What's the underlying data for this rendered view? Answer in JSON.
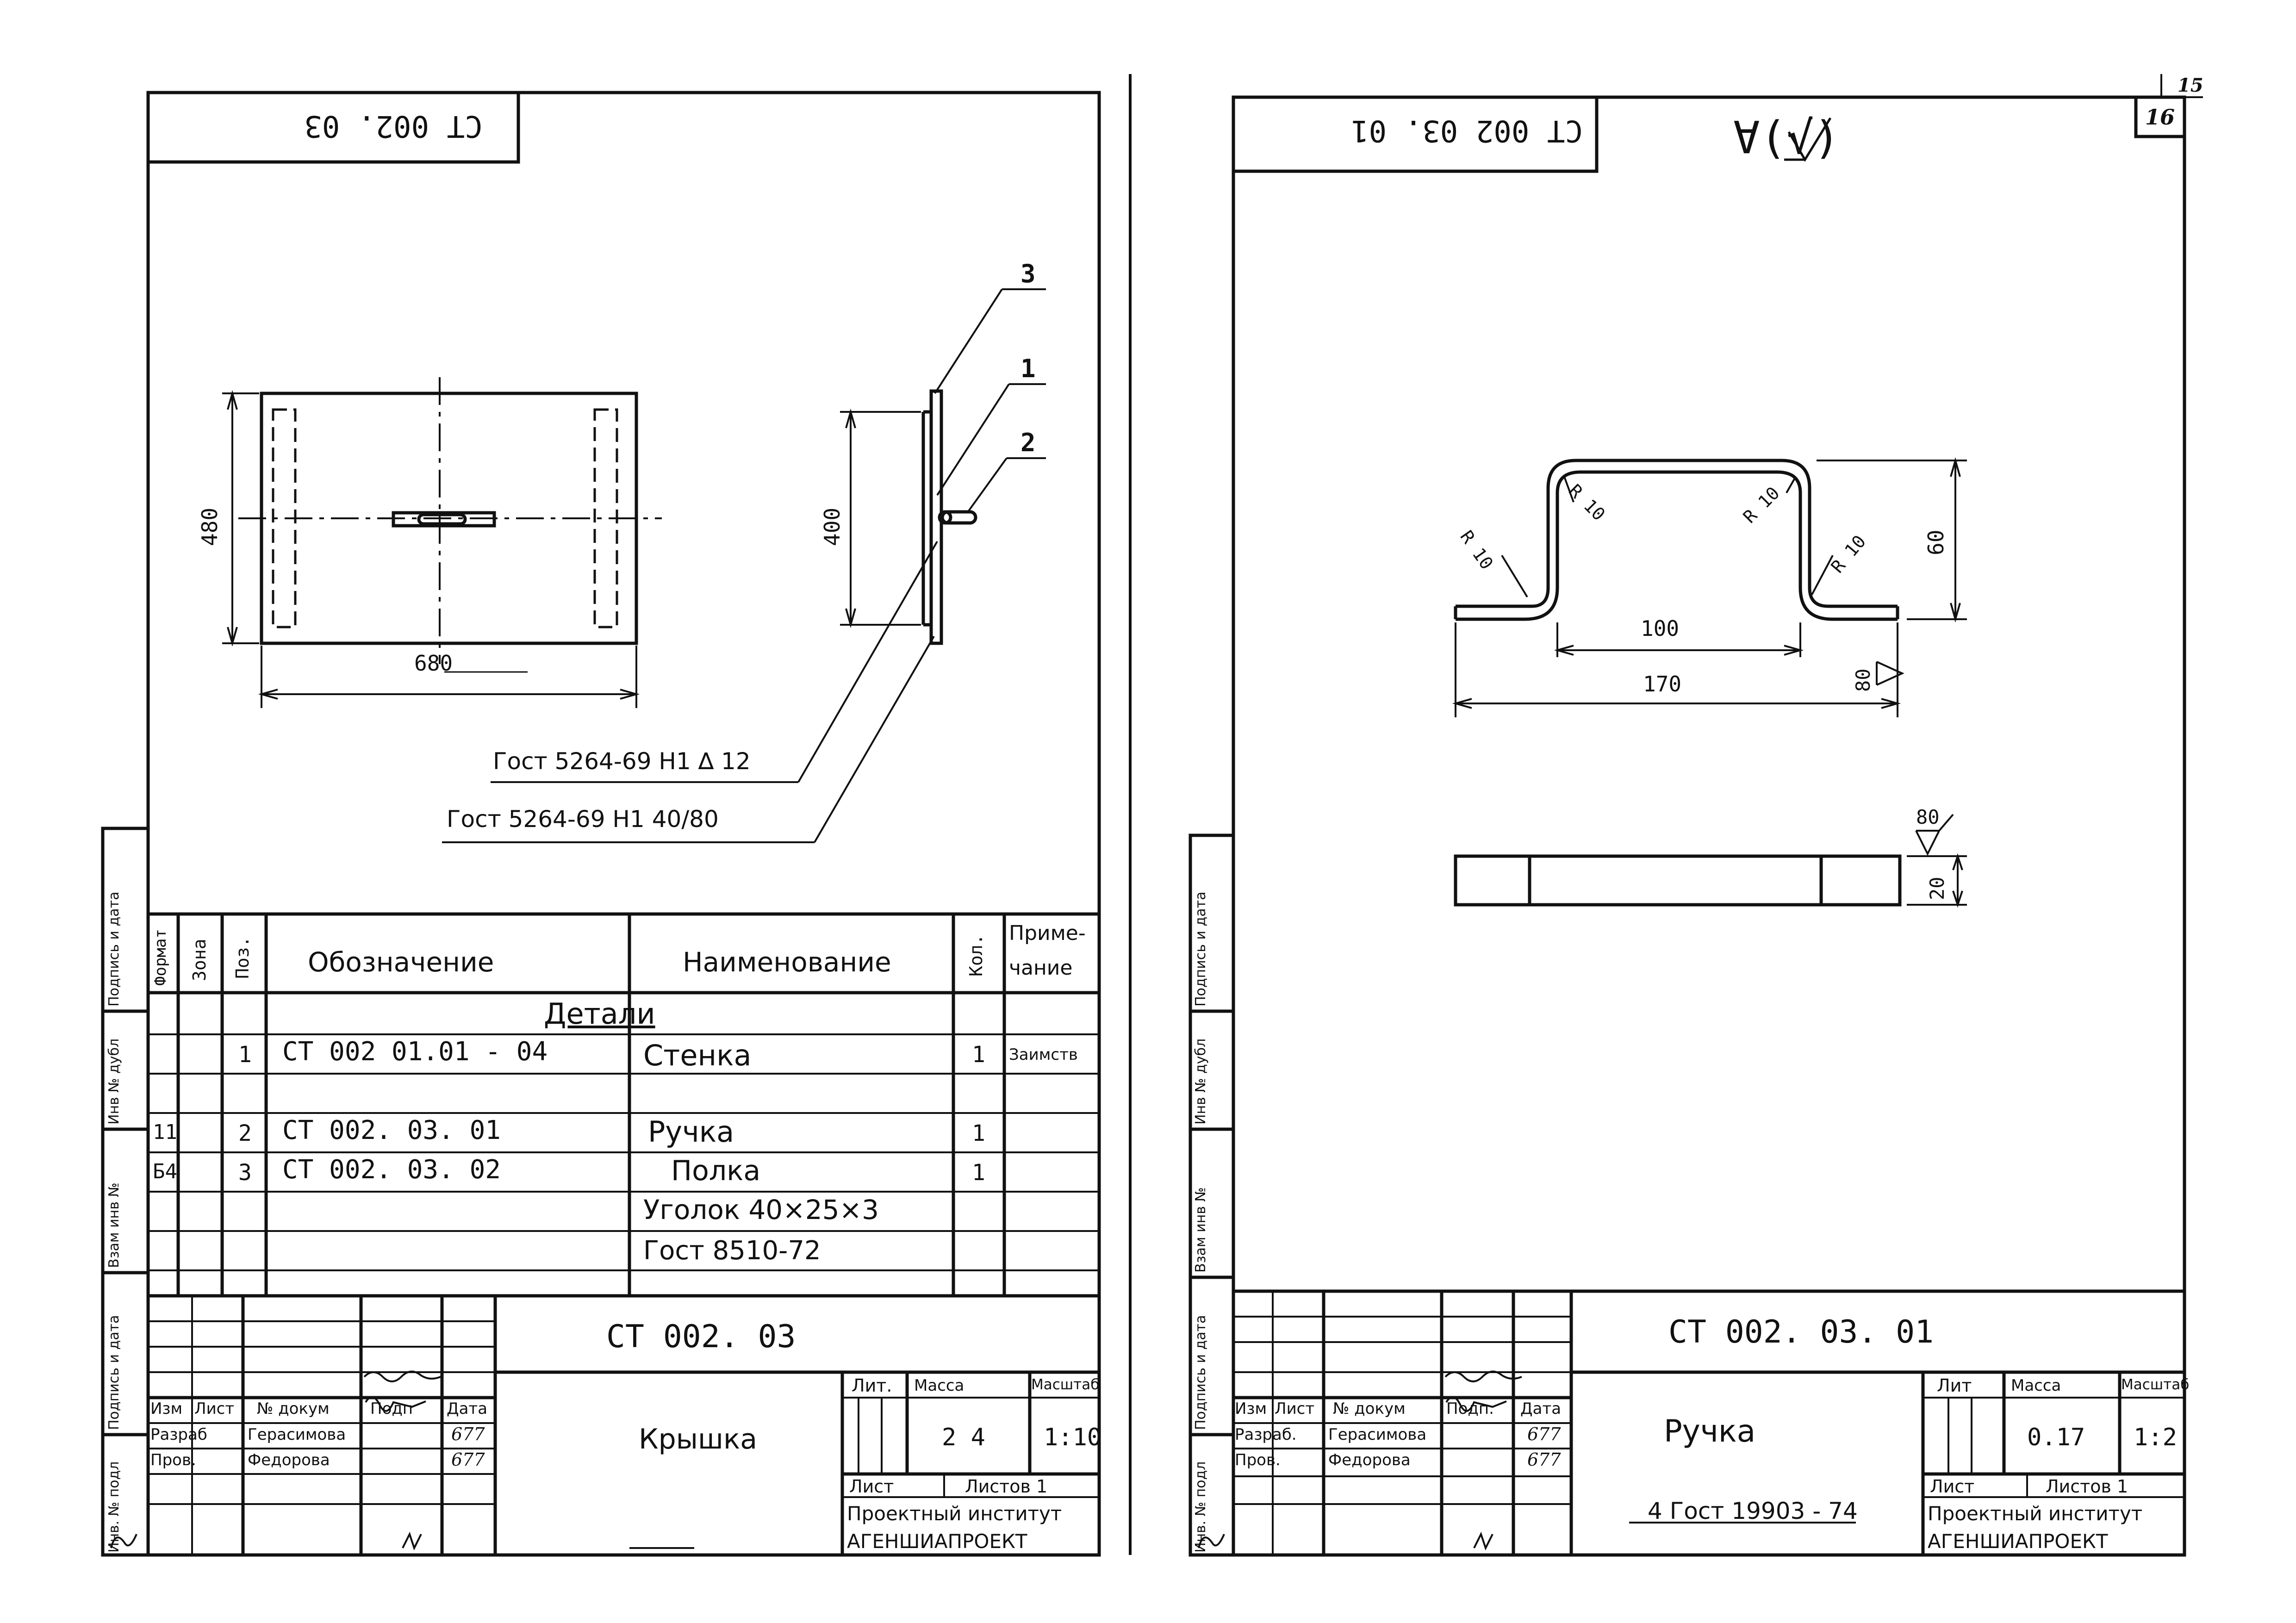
{
  "sheet_left": {
    "code_rotated": "СТ 002. 03",
    "callouts": [
      "3",
      "1",
      "2"
    ],
    "dims": {
      "width": "680",
      "height": "480",
      "side_height": "400"
    },
    "gost_notes": [
      "Гост 5264-69 Н1 ∆ 12",
      "Гост 5264-69 Н1  40/80"
    ],
    "spec_headers": {
      "format": "Формат",
      "zone": "Зона",
      "pos": "Поз.",
      "designation": "Обозначение",
      "name": "Наименование",
      "qty": "Кол.",
      "note_line1": "Приме-",
      "note_line2": "чание"
    },
    "section": "Детали",
    "rows": [
      {
        "format": "",
        "pos": "1",
        "designation": "СТ 002 01.01 - 04",
        "name": "Стенка",
        "qty": "1",
        "note": "Заимств"
      },
      {
        "format": "",
        "pos": "",
        "designation": "",
        "name": "",
        "qty": "",
        "note": ""
      },
      {
        "format": "11",
        "pos": "2",
        "designation": "СТ 002. 03. 01",
        "name": "Ручка",
        "qty": "1",
        "note": ""
      },
      {
        "format": "Б4",
        "pos": "3",
        "designation": "СТ 002. 03. 02",
        "name": "Полка",
        "qty": "1",
        "note": ""
      },
      {
        "format": "",
        "pos": "",
        "designation": "",
        "name": "Уголок 40×25×3",
        "qty": "",
        "note": ""
      },
      {
        "format": "",
        "pos": "",
        "designation": "",
        "name": "Гост 8510-72",
        "qty": "",
        "note": ""
      }
    ],
    "title_block": {
      "code": "СТ 002. 03",
      "title": "Крышка",
      "col_izm": "Изм",
      "col_list": "Лист",
      "col_doc": "№ докум",
      "col_podp": "Подп",
      "col_data": "Дата",
      "razrab_label": "Разраб",
      "razrab_name": "Герасимова",
      "razrab_date": "677",
      "prov_label": "Пров.",
      "prov_name": "Федорова",
      "prov_date": "677",
      "lit": "Лит.",
      "massa": "Масса",
      "masshtab": "Масштаб",
      "massa_value": "2 4",
      "scale_value": "1:10",
      "sheet": "Лист",
      "sheets": "Листов 1",
      "org1": "Проектный институт",
      "org2": "АГЕНШИАПРОЕКТ"
    },
    "margin_stamps": [
      "Инв. № подл",
      "Подпись и дата",
      "Взам инв №",
      "Инв № дубл",
      "Подпись и дата"
    ]
  },
  "sheet_right": {
    "code_rotated": "СТ 002 03. 01",
    "corner_numbers": [
      "15",
      "16"
    ],
    "roughness_mark": "∀(√)",
    "radii": [
      "R 10",
      "R 10",
      "R 10",
      "R 10"
    ],
    "dims": {
      "inner": "100",
      "outer": "170",
      "height": "60",
      "thickness": "20",
      "rough_a": "80",
      "rough_b": "80"
    },
    "title_block": {
      "code": "СТ 002. 03. 01",
      "title": "Ручка",
      "col_izm": "Изм",
      "col_list": "Лист",
      "col_doc": "№ докум",
      "col_podp": "Подп.",
      "col_data": "Дата",
      "razrab_label": "Разраб.",
      "razrab_name": "Герасимова",
      "razrab_date": "677",
      "prov_label": "Пров.",
      "prov_name": "Федорова",
      "prov_date": "677",
      "lit": "Лит",
      "massa": "Масса",
      "masshtab": "Масштаб",
      "massa_value": "0.17",
      "scale_value": "1:2",
      "sheet": "Лист",
      "sheets": "Листов 1",
      "material": "4 Гост 19903 - 74",
      "org1": "Проектный институт",
      "org2": "АГЕНШИАПРОЕКТ"
    },
    "margin_stamps": [
      "Инв. № подл",
      "Подпись и дата",
      "Взам инв №",
      "Инв № дубл",
      "Подпись и дата"
    ]
  }
}
